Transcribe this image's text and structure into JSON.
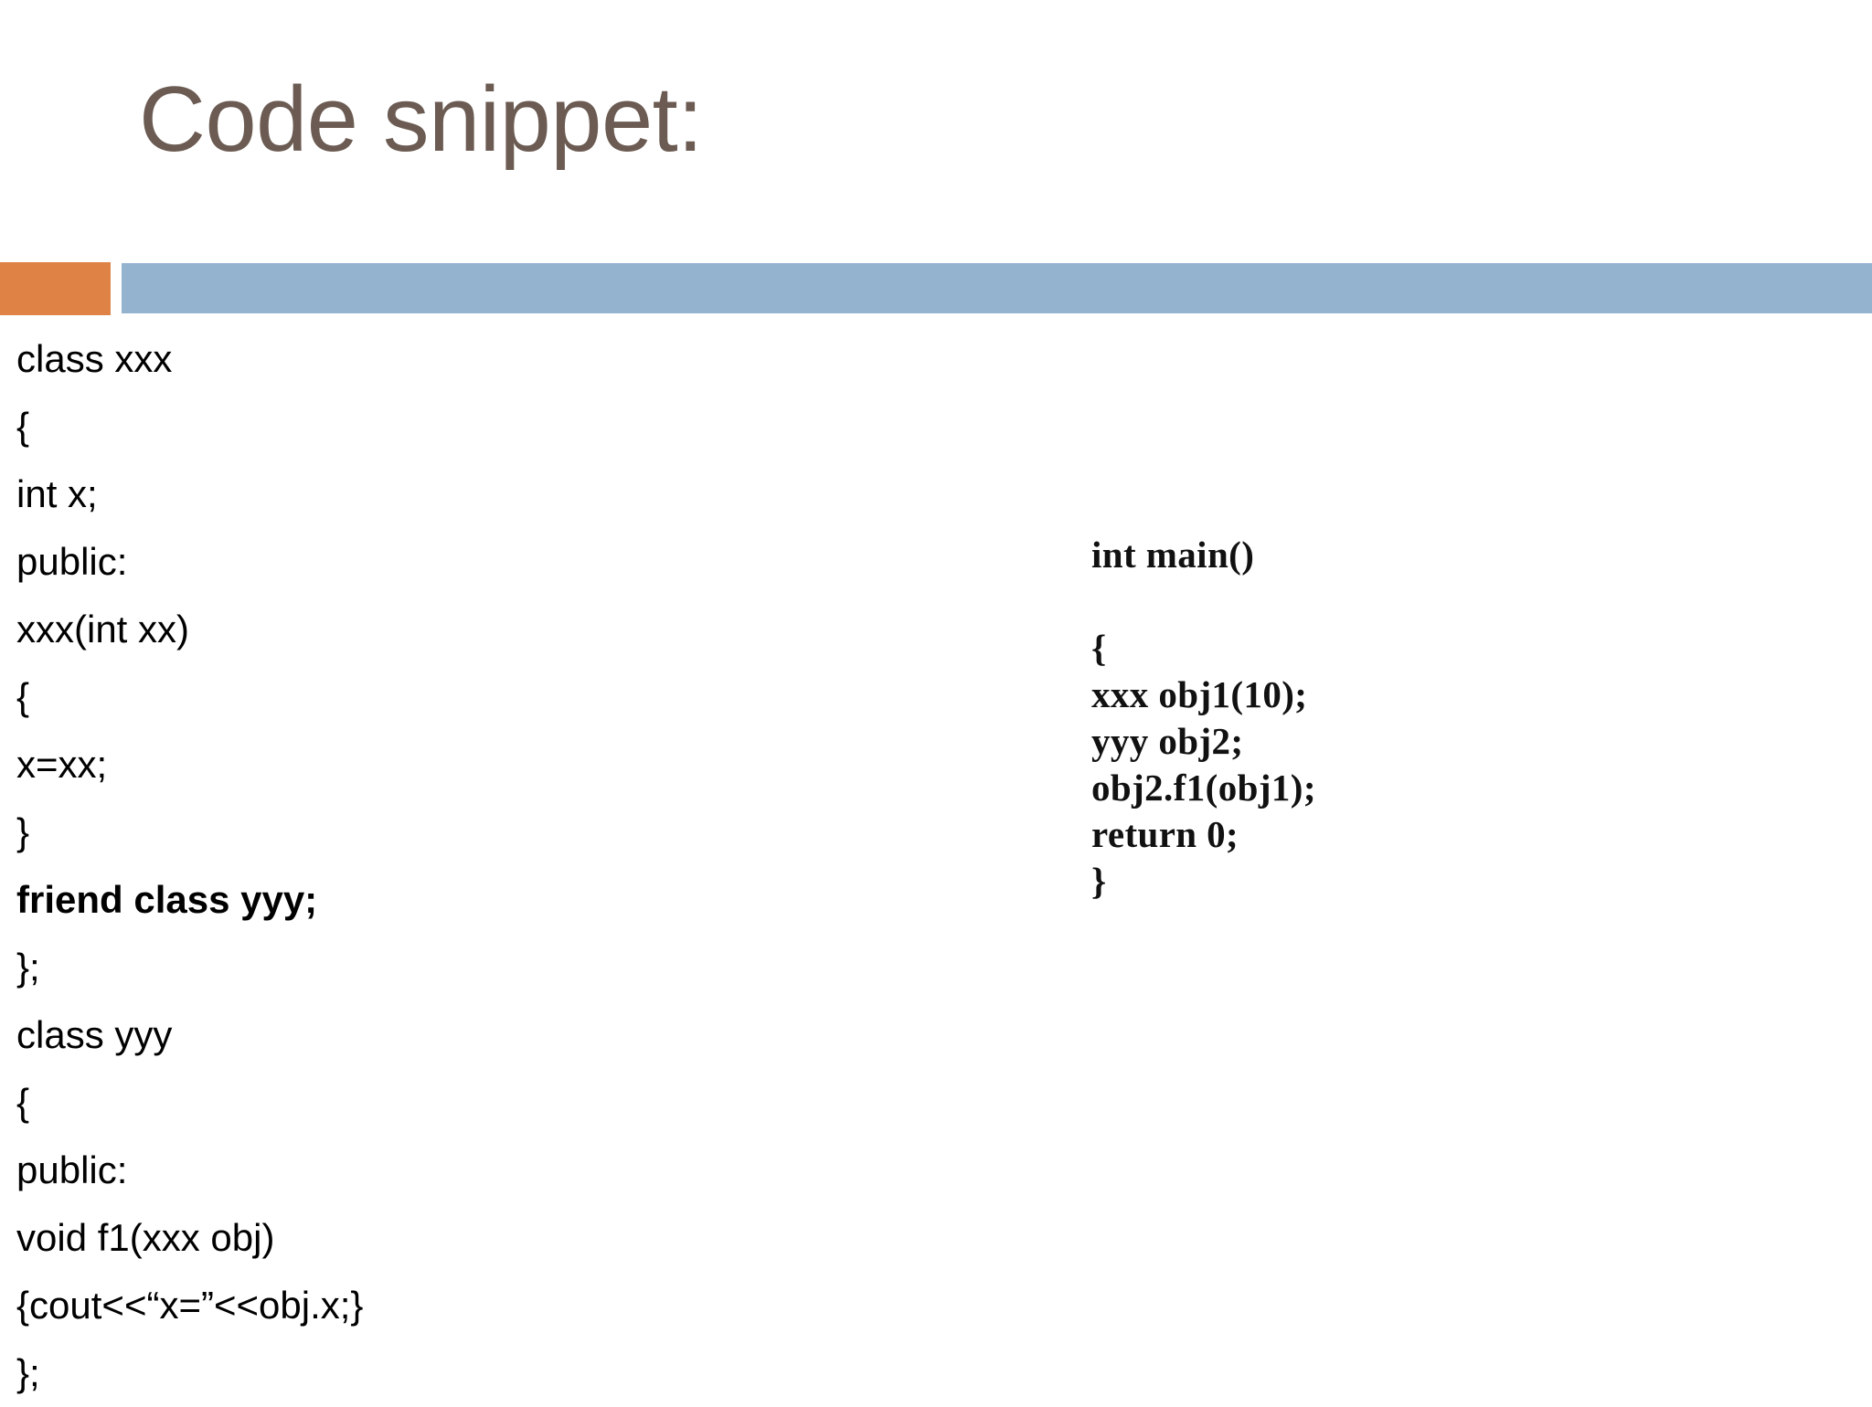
{
  "slide": {
    "title": "Code snippet:",
    "title_color": "#6b5b52",
    "background_color": "#ffffff"
  },
  "divider": {
    "orange_color": "#df8246",
    "blue_color": "#93b3cf"
  },
  "left_code": {
    "lines": [
      {
        "text": "class xxx",
        "bold": false
      },
      {
        "text": "{",
        "bold": false
      },
      {
        "text": "int x;",
        "bold": false
      },
      {
        "text": "public:",
        "bold": false
      },
      {
        "text": "xxx(int xx)",
        "bold": false
      },
      {
        "text": "{",
        "bold": false
      },
      {
        "text": "x=xx;",
        "bold": false
      },
      {
        "text": "}",
        "bold": false
      },
      {
        "text": "friend class yyy;",
        "bold": true
      },
      {
        "text": "};",
        "bold": false
      },
      {
        "text": "class yyy",
        "bold": false
      },
      {
        "text": "{",
        "bold": false
      },
      {
        "text": "public:",
        "bold": false
      },
      {
        "text": "void f1(xxx obj)",
        "bold": false
      },
      {
        "text": "{cout<<“x=”<<obj.x;}",
        "bold": false
      },
      {
        "text": "};",
        "bold": false
      }
    ]
  },
  "right_code": {
    "lines": [
      {
        "text": "int main()",
        "blank": false
      },
      {
        "text": "",
        "blank": true
      },
      {
        "text": "{",
        "blank": false
      },
      {
        "text": "xxx obj1(10);",
        "blank": false
      },
      {
        "text": "yyy obj2;",
        "blank": false
      },
      {
        "text": "obj2.f1(obj1);",
        "blank": false
      },
      {
        "text": "return 0;",
        "blank": false
      },
      {
        "text": "}",
        "blank": false
      }
    ]
  }
}
